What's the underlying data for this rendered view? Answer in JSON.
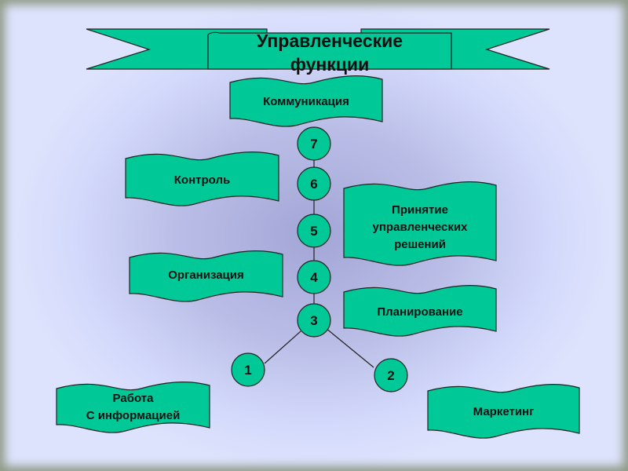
{
  "title": {
    "line1": "Управленческие",
    "line2": "функции"
  },
  "banners": [
    {
      "id": "communication",
      "lines": [
        "Коммуникация"
      ]
    },
    {
      "id": "control",
      "lines": [
        "Контроль"
      ]
    },
    {
      "id": "decision-making",
      "lines": [
        "Принятие",
        "управленческих",
        "решений"
      ]
    },
    {
      "id": "organization",
      "lines": [
        "Организация"
      ]
    },
    {
      "id": "planning",
      "lines": [
        "Планирование"
      ]
    },
    {
      "id": "information-work",
      "lines": [
        "Работа",
        "С информацией"
      ]
    },
    {
      "id": "marketing",
      "lines": [
        "Маркетинг"
      ]
    }
  ],
  "nodes": [
    "7",
    "6",
    "5",
    "4",
    "3",
    "1",
    "2"
  ],
  "colors": {
    "shape": "#00c896",
    "outline": "#222222"
  }
}
